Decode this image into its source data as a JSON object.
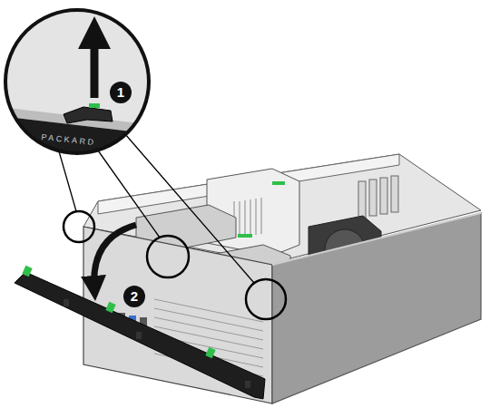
{
  "diagram": {
    "labels": [
      "1",
      "PACKARD",
      "2"
    ]
  }
}
